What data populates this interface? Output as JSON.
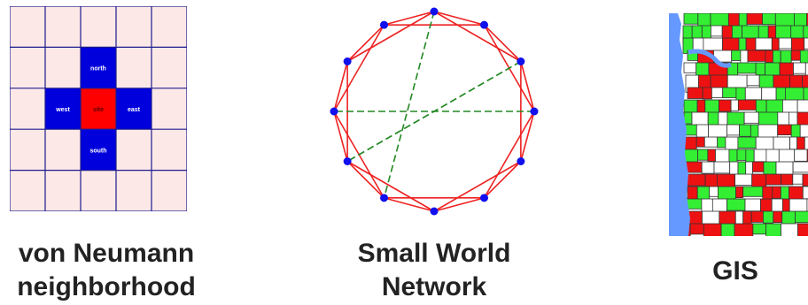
{
  "neighborhood": {
    "rows": 5,
    "cols": 5,
    "colors": {
      "background": "#fde8e8",
      "line": "#1c1c8c",
      "neighbor": "#0000dd",
      "site": "#ff0000",
      "label": "#ffffff"
    },
    "neighbors": [
      {
        "row": 1,
        "col": 2,
        "label": "north"
      },
      {
        "row": 2,
        "col": 1,
        "label": "west"
      },
      {
        "row": 2,
        "col": 3,
        "label": "east"
      },
      {
        "row": 3,
        "col": 2,
        "label": "south"
      }
    ],
    "site": {
      "row": 2,
      "col": 2,
      "label": "site"
    },
    "caption_lines": [
      "von Neumann",
      "neighborhood"
    ]
  },
  "small_world": {
    "node_count": 12,
    "ring_links_per_side": 2,
    "shortcuts": [
      [
        0,
        7
      ],
      [
        2,
        8
      ],
      [
        3,
        9
      ]
    ],
    "colors": {
      "ring_edge": "#ee2222",
      "shortcut": "#228822",
      "node": "#1010ee"
    },
    "caption_lines": [
      "Small World",
      "Network"
    ]
  },
  "gis": {
    "colors": {
      "water": "#6699ff",
      "green": "#33ee33",
      "red": "#ee1111",
      "white": "#ffffff",
      "border": "#333333"
    },
    "caption_lines": [
      "GIS"
    ]
  }
}
